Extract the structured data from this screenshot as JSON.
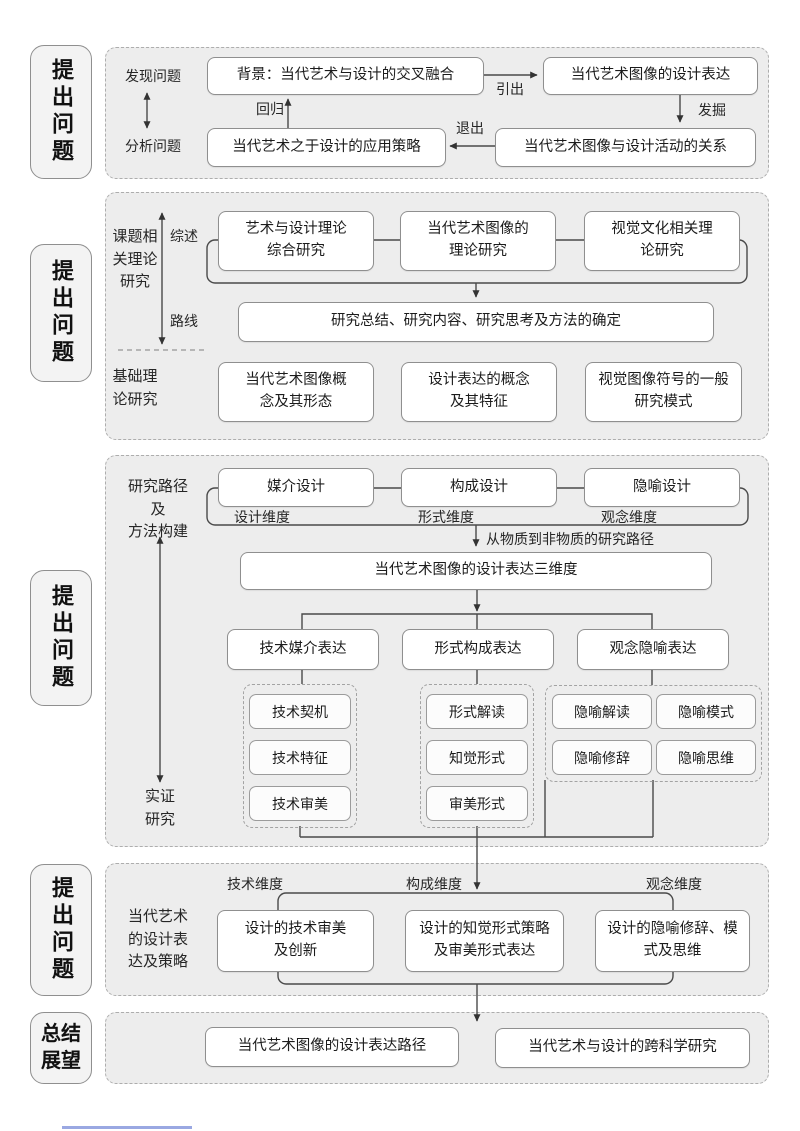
{
  "page": {
    "section_fill": "#ededed",
    "line_color": "#4a4a4a",
    "box_border": "#8f8f8f",
    "artifact_color": "#9aa8e2"
  },
  "side_labels": [
    "提出问题",
    "提出问题",
    "提出问题",
    "提出问题",
    "总结\n展望"
  ],
  "s1": {
    "discover": "发现问题",
    "analyze": "分析问题",
    "box_background": "背景：当代艺术与设计的交叉融合",
    "box_expression": "当代艺术图像的设计表达",
    "box_relation": "当代艺术图像与设计活动的关系",
    "box_strategy": "当代艺术之于设计的应用策略",
    "label_lead": "引出",
    "label_excavate": "发掘",
    "label_exit": "退出",
    "label_return": "回归"
  },
  "s2": {
    "group_label": "课题相\n关理论\n研究",
    "label_survey": "综述",
    "label_route": "路线",
    "theory_boxes": [
      "艺术与设计理论\n综合研究",
      "当代艺术图像的\n理论研究",
      "视觉文化相关理\n论研究"
    ],
    "summary_box": "研究总结、研究内容、研究思考及方法的确定",
    "base_label": "基础理\n论研究",
    "base_boxes": [
      "当代艺术图像概\n念及其形态",
      "设计表达的概念\n及其特征",
      "视觉图像符号的一般\n研究模式"
    ]
  },
  "s3": {
    "path_label": "研究路径\n及\n方法构建",
    "empirical_label": "实证\n研究",
    "design_boxes": [
      "媒介设计",
      "构成设计",
      "隐喻设计"
    ],
    "dim_labels": [
      "设计维度",
      "形式维度",
      "观念维度"
    ],
    "route_note": "从物质到非物质的研究路径",
    "three_dim_box": "当代艺术图像的设计表达三维度",
    "parent_boxes": [
      "技术媒介表达",
      "形式构成表达",
      "观念隐喻表达"
    ],
    "group1": [
      "技术契机",
      "技术特征",
      "技术审美"
    ],
    "group2": [
      "形式解读",
      "知觉形式",
      "审美形式"
    ],
    "group3": [
      "隐喻解读",
      "隐喻模式",
      "隐喻修辞",
      "隐喻思维"
    ]
  },
  "s4": {
    "group_label": "当代艺术\n的设计表\n达及策略",
    "dim_labels": [
      "技术维度",
      "构成维度",
      "观念维度"
    ],
    "boxes": [
      "设计的技术审美\n及创新",
      "设计的知觉形式策略\n及审美形式表达",
      "设计的隐喻修辞、模\n式及思维"
    ]
  },
  "s5": {
    "boxes": [
      "当代艺术图像的设计表达路径",
      "当代艺术与设计的跨科学研究"
    ]
  }
}
